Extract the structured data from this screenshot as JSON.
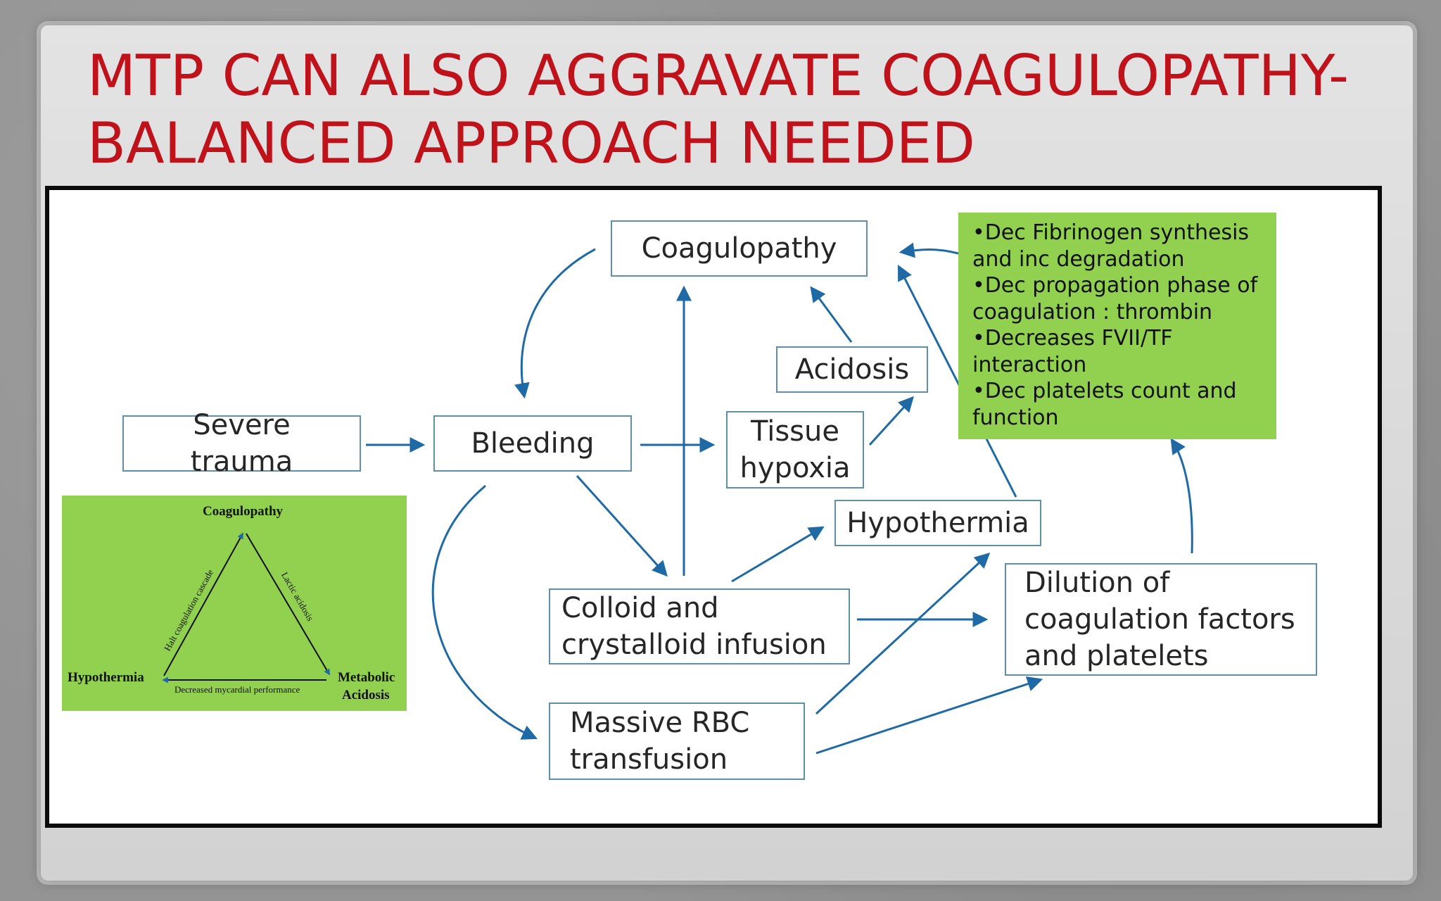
{
  "slide": {
    "title_line1": "MTP CAN ALSO AGGRAVATE COAGULOPATHY-",
    "title_line2": "BALANCED APPROACH NEEDED"
  },
  "diagram": {
    "nodes": {
      "coagulopathy": "Coagulopathy",
      "severe_trauma": "Severe trauma",
      "bleeding": "Bleeding",
      "acidosis": "Acidosis",
      "tissue_hypoxia": "Tissue\nhypoxia",
      "hypothermia": "Hypothermia",
      "colloid": "Colloid and\ncrystalloid infusion",
      "dilution": "Dilution of\ncoagulation factors\nand platelets",
      "massive_rbc": "Massive RBC\ntransfusion"
    },
    "note_items": [
      "•Dec Fibrinogen synthesis and inc degradation",
      "•Dec propagation phase of coagulation : thrombin",
      "•Decreases FVII/TF interaction",
      "•Dec platelets count and function"
    ],
    "triangle": {
      "top": "Coagulopathy",
      "left": "Hypothermia",
      "right_line1": "Metabolic",
      "right_line2": "Acidosis",
      "edge_left": "Halt coagulation cascade",
      "edge_right": "Lactic acidosis",
      "edge_bottom": "Decreased mycardial performance"
    },
    "colors": {
      "arrow": "#1f6aa5",
      "box_border": "#5f8fa6",
      "note_bg": "#92d050",
      "title": "#c0121b"
    }
  }
}
